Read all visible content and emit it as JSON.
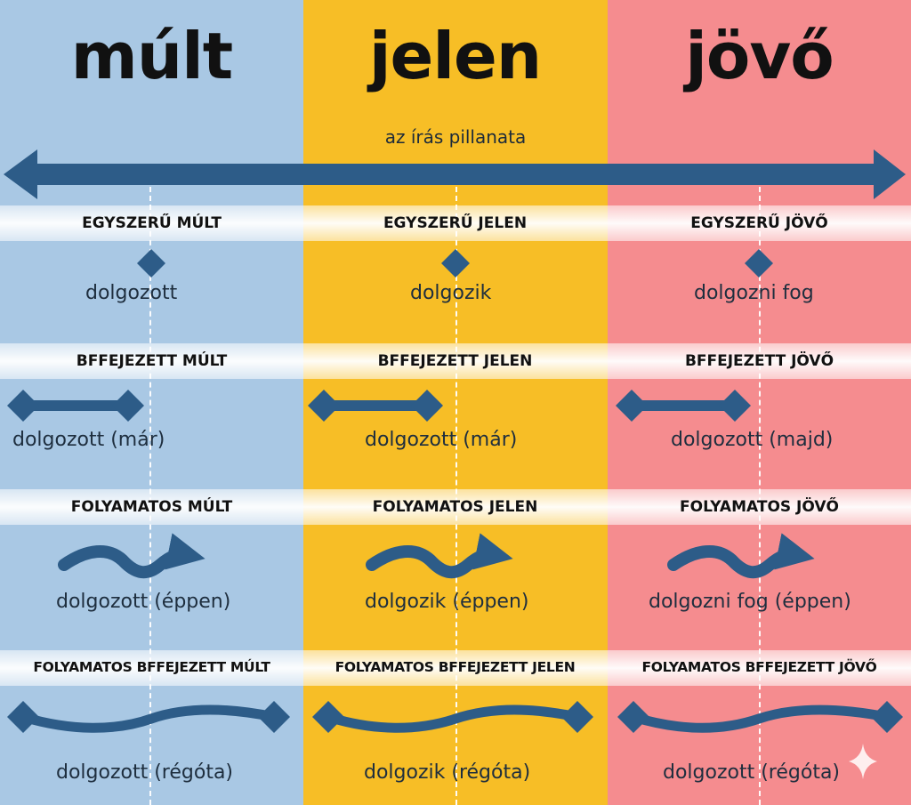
{
  "headers": {
    "past": "múlt",
    "present": "jelen",
    "future": "jövő"
  },
  "moment_label": "az írás pillanata",
  "rows": [
    {
      "past": {
        "label": "EGYSZERŰ MÚLT",
        "form": "dolgozott"
      },
      "present": {
        "label": "EGYSZERŰ JELEN",
        "form": "dolgozik"
      },
      "future": {
        "label": "EGYSZERŰ JÖVŐ",
        "form": "dolgozni fog"
      }
    },
    {
      "past": {
        "label": "BFFEJEZETT MÚLT",
        "form": "dolgozott (már)"
      },
      "present": {
        "label": "BFFEJEZETT JELEN",
        "form": "dolgozott (már)"
      },
      "future": {
        "label": "BFFEJEZETT JÖVŐ",
        "form": "dolgozott (majd)"
      }
    },
    {
      "past": {
        "label": "FOLYAMATOS MÚLT",
        "form": "dolgozott (éppen)"
      },
      "present": {
        "label": "FOLYAMATOS JELEN",
        "form": "dolgozik (éppen)"
      },
      "future": {
        "label": "FOLYAMATOS JÖVŐ",
        "form": "dolgozni fog (éppen)"
      }
    },
    {
      "past": {
        "label": "FOLYAMATOS BFFEJEZETT MÚLT",
        "form": "dolgozott (régóta)"
      },
      "present": {
        "label": "FOLYAMATOS BFFEJEZETT JELEN",
        "form": "dolgozik (régóta)"
      },
      "future": {
        "label": "FOLYAMATOS BFFEJEZETT JÖVŐ",
        "form": "dolgozott (régóta)"
      }
    }
  ],
  "colors": {
    "past": "#a9c8e4",
    "present": "#f7be26",
    "future": "#f58c8f",
    "arrow": "#2d5c88"
  },
  "icons": [
    "point-diamond-icon",
    "range-bar-icon",
    "wavy-arrow-icon",
    "wavy-double-arrow-icon",
    "sparkle-icon"
  ]
}
